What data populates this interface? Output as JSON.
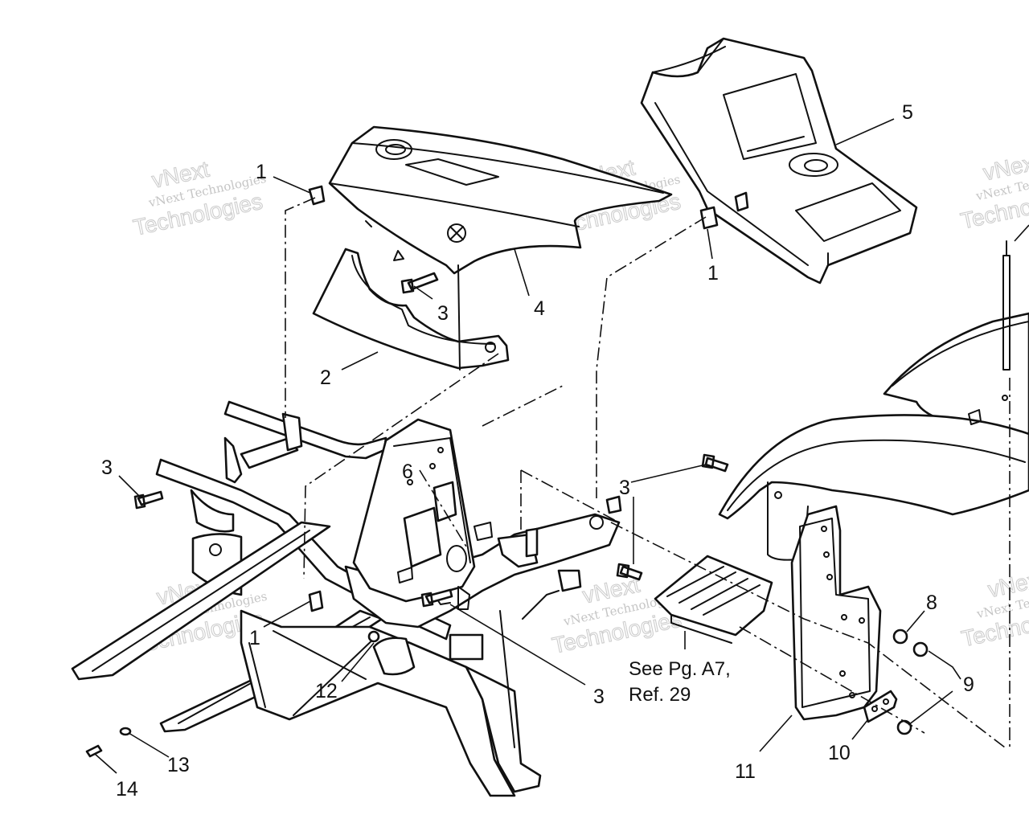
{
  "callouts": {
    "c1a": "1",
    "c1b": "1",
    "c1c": "1",
    "c2": "2",
    "c3a": "3",
    "c3b": "3",
    "c3c": "3",
    "c3d": "3",
    "c4": "4",
    "c5": "5",
    "c6": "6",
    "c8": "8",
    "c9": "9",
    "c10": "10",
    "c11": "11",
    "c12": "12",
    "c13": "13",
    "c14": "14"
  },
  "note": {
    "line1": "See Pg. A7,",
    "line2": "Ref. 29"
  },
  "watermark": {
    "small": "vNext Technologies",
    "top": "vNext",
    "bottom": "Technologies"
  }
}
